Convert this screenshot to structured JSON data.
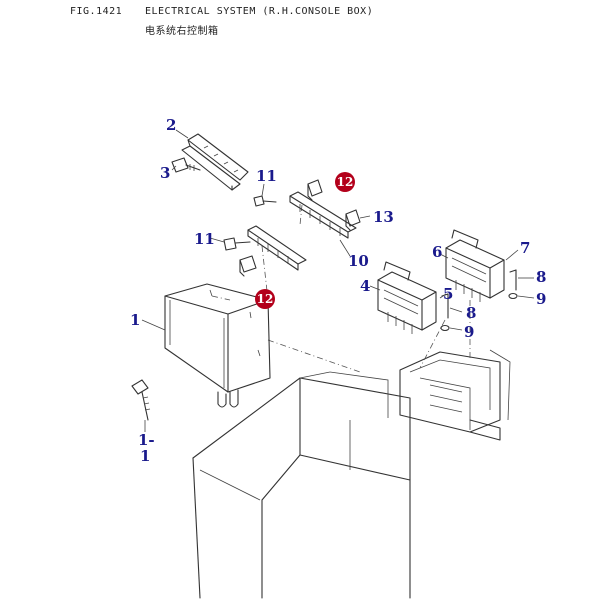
{
  "header": {
    "fig_no": "FIG.1421",
    "title": "ELECTRICAL SYSTEM (R.H.CONSOLE BOX)",
    "subtitle": "电系统右控制箱"
  },
  "callouts": [
    "1",
    "1-",
    "1",
    "2",
    "3",
    "4",
    "5",
    "6",
    "7",
    "8",
    "8",
    "9",
    "9",
    "10",
    "11",
    "11",
    "12",
    "12",
    "13"
  ],
  "colors": {
    "label": "#1a1a8c",
    "badge": "#b3001b",
    "line": "#333333"
  }
}
